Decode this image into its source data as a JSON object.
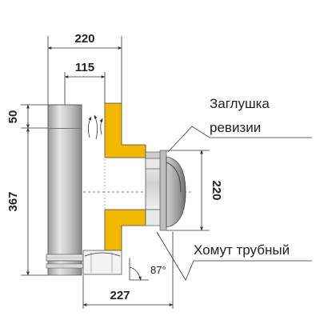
{
  "dimensions": {
    "top_width": "220",
    "inner_width": "115",
    "top_height": "50",
    "pipe_height": "367",
    "inspection_height": "220",
    "bottom_width": "227"
  },
  "callouts": {
    "cap": "Заглушка ревизии",
    "cap_line1": "Заглушка",
    "cap_line2": "ревизии",
    "clamp": "Хомут трубный"
  },
  "angle": "87°",
  "colors": {
    "insulation": "#f2b800",
    "pipe_light": "#d6d6d6",
    "pipe_dark": "#8e8e8e",
    "outline": "#333333"
  }
}
